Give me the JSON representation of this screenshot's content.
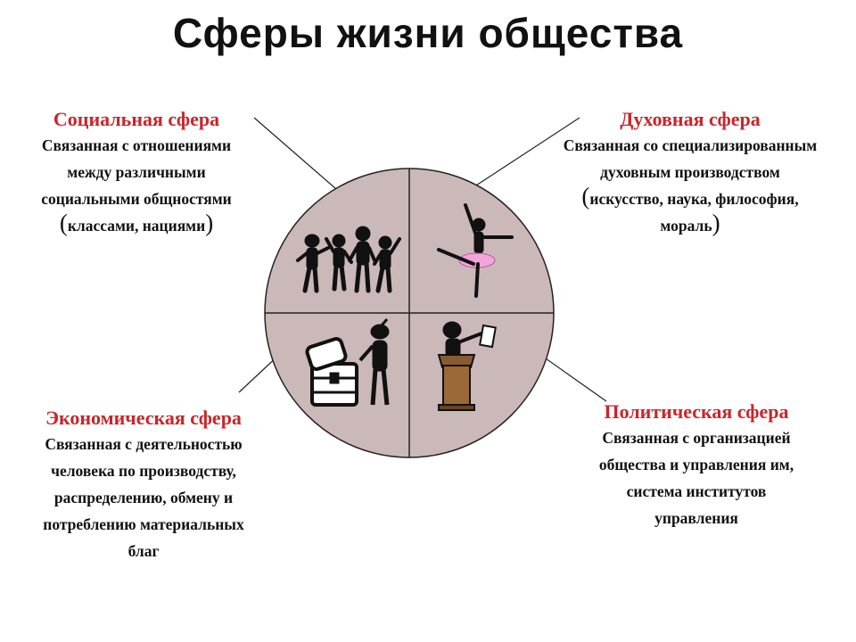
{
  "title": "Сферы жизни общества",
  "colors": {
    "heading": "#c8262a",
    "text": "#111111",
    "circle_fill": "#cbb8b8",
    "line": "#222222"
  },
  "spheres": {
    "social": {
      "heading": "Социальная сфера",
      "lines": [
        "Связанная с отношениями",
        "между различными",
        "социальными общностями"
      ],
      "paren_text": "классами, нациями",
      "icon": "dancing-people-icon"
    },
    "spiritual": {
      "heading": "Духовная сфера",
      "lines": [
        "Связанная со специализированным",
        "духовным производством"
      ],
      "paren_text_1": "искусство, наука, философия,",
      "paren_text_2": "мораль",
      "icon": "ballerina-icon"
    },
    "economic": {
      "heading": "Экономическая сфера",
      "lines": [
        "Связанная с деятельностью",
        "человека по производству,",
        "распределению, обмену и",
        "потреблению материальных",
        "благ"
      ],
      "icon": "treasure-chest-icon"
    },
    "political": {
      "heading": "Политическая сфера",
      "lines": [
        "Связанная с организацией",
        "общества и управления им,",
        "система институтов",
        "управления"
      ],
      "icon": "speaker-podium-icon"
    }
  }
}
